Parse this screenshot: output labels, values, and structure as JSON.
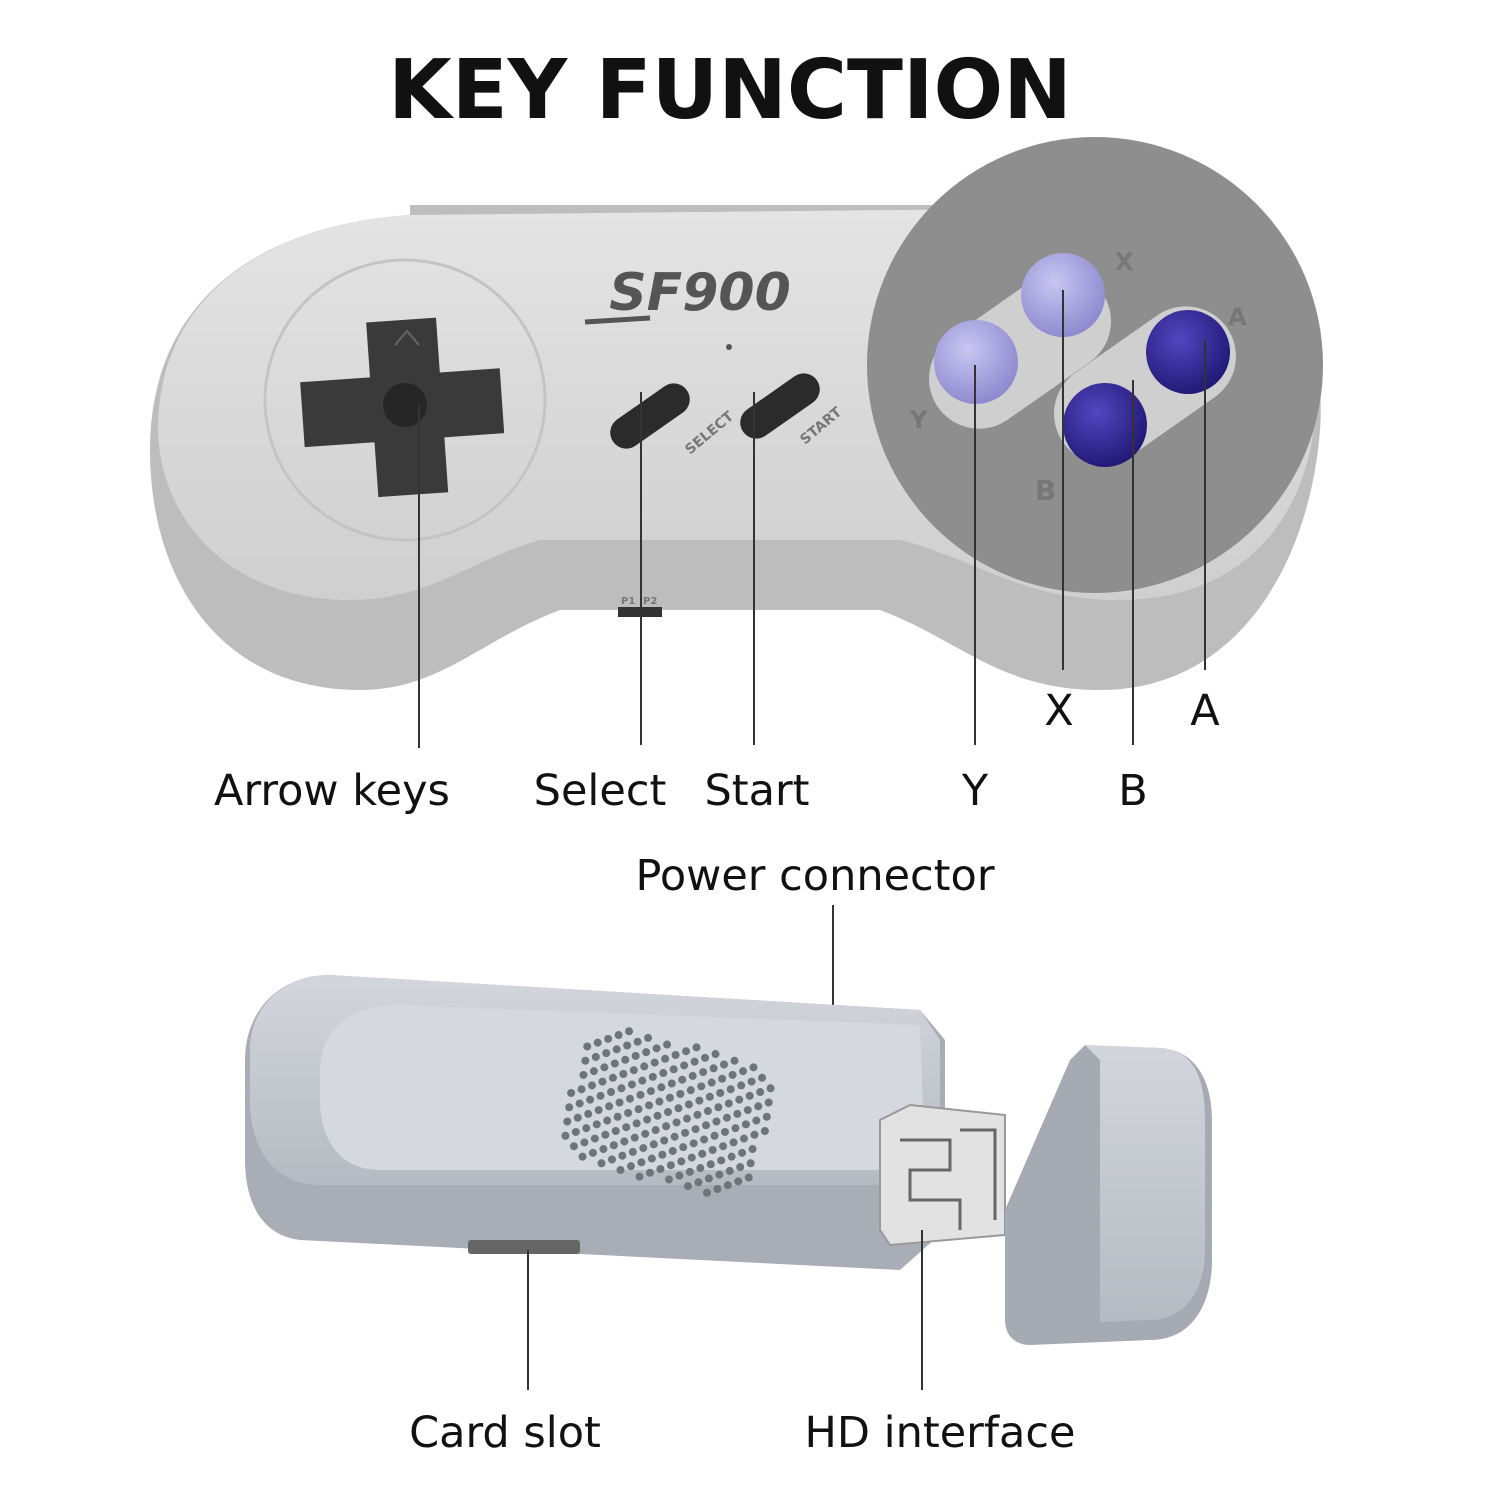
{
  "title": "KEY FUNCTION",
  "controller": {
    "logo": "SF900",
    "select_print": "SELECT",
    "start_print": "START",
    "button_prints": {
      "x": "X",
      "y": "Y",
      "a": "A",
      "b": "B"
    },
    "switch_labels": [
      "P1",
      "P2"
    ],
    "colors": {
      "body": "#d6d6d6",
      "dpad": "#3a3a3a",
      "xy_buttons": "#a9a6e0",
      "ab_buttons": "#3a2f98",
      "cluster": "#8c8c8c"
    }
  },
  "labels": {
    "arrow_keys": "Arrow keys",
    "select": "Select",
    "start": "Start",
    "y": "Y",
    "x": "X",
    "b": "B",
    "a": "A",
    "power_connector": "Power connector",
    "card_slot": "Card slot",
    "hd_interface": "HD interface"
  },
  "stick": {
    "colors": {
      "body": "#c8ccd3",
      "connector": "#d8d8d8"
    }
  }
}
